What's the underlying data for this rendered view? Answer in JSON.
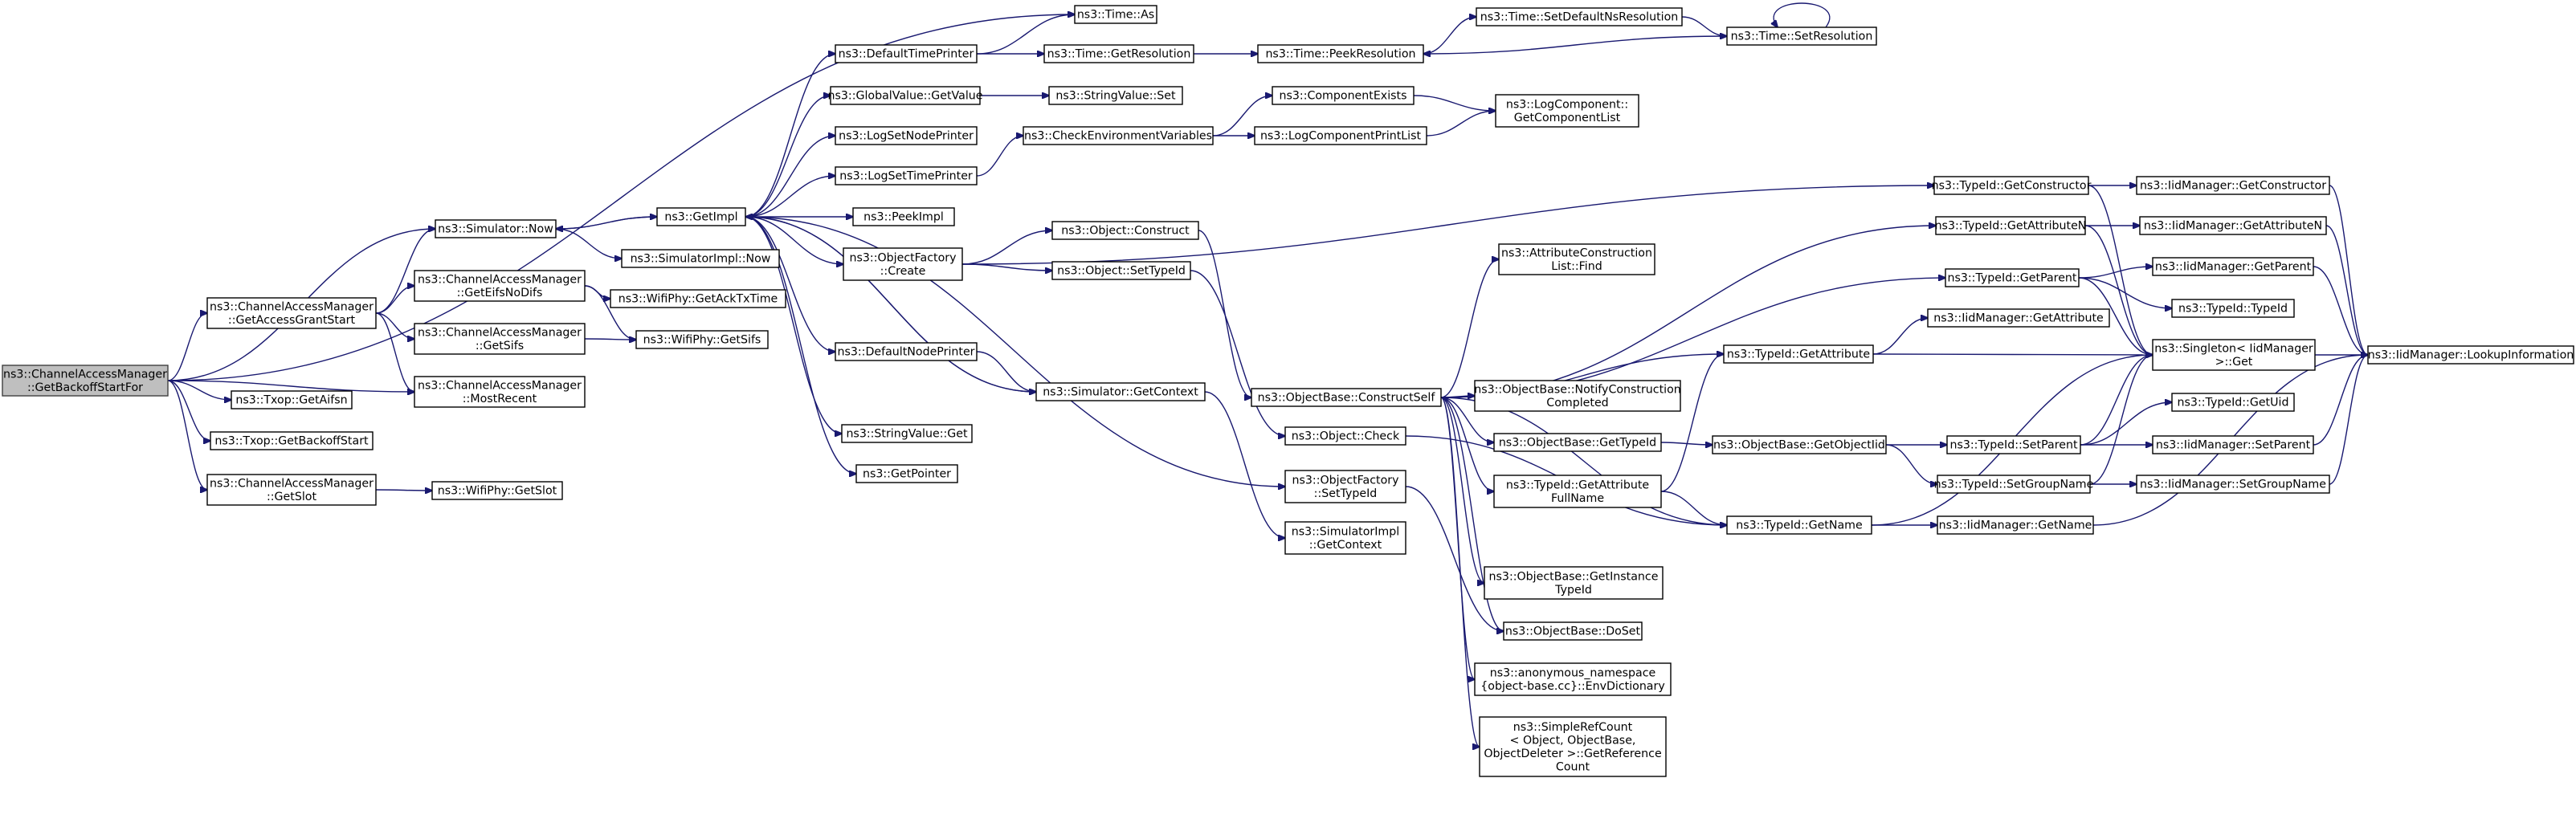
{
  "graph": {
    "edge_color": "#191970",
    "node_border_color": "#000000",
    "root_fill_color": "#bfbfbf",
    "nodes": [
      {
        "id": "root",
        "lines": [
          "ns3::ChannelAccessManager",
          "::GetBackoffStartFor"
        ],
        "root": true
      },
      {
        "id": "time_as",
        "lines": [
          "ns3::Time::As"
        ]
      },
      {
        "id": "dtp",
        "lines": [
          "ns3::DefaultTimePrinter"
        ]
      },
      {
        "id": "time_getres",
        "lines": [
          "ns3::Time::GetResolution"
        ]
      },
      {
        "id": "peekres",
        "lines": [
          "ns3::Time::PeekResolution"
        ]
      },
      {
        "id": "setdefns",
        "lines": [
          "ns3::Time::SetDefaultNsResolution"
        ]
      },
      {
        "id": "setres",
        "lines": [
          "ns3::Time::SetResolution"
        ]
      },
      {
        "id": "gv_getvalue",
        "lines": [
          "ns3::GlobalValue::GetValue"
        ]
      },
      {
        "id": "sv_set",
        "lines": [
          "ns3::StringValue::Set"
        ]
      },
      {
        "id": "lsnp",
        "lines": [
          "ns3::LogSetNodePrinter"
        ]
      },
      {
        "id": "cev",
        "lines": [
          "ns3::CheckEnvironmentVariables"
        ]
      },
      {
        "id": "compexists",
        "lines": [
          "ns3::ComponentExists"
        ]
      },
      {
        "id": "lcgcl",
        "lines": [
          "ns3::LogComponent::",
          "GetComponentList"
        ]
      },
      {
        "id": "lstp",
        "lines": [
          "ns3::LogSetTimePrinter"
        ]
      },
      {
        "id": "lcpl",
        "lines": [
          "ns3::LogComponentPrintList"
        ]
      },
      {
        "id": "sim_now",
        "lines": [
          "ns3::Simulator::Now"
        ]
      },
      {
        "id": "getimpl",
        "lines": [
          "ns3::GetImpl"
        ]
      },
      {
        "id": "peekimpl",
        "lines": [
          "ns3::PeekImpl"
        ]
      },
      {
        "id": "simimpl_now",
        "lines": [
          "ns3::SimulatorImpl::Now"
        ]
      },
      {
        "id": "of_create",
        "lines": [
          "ns3::ObjectFactory",
          "::Create"
        ]
      },
      {
        "id": "obj_construct",
        "lines": [
          "ns3::Object::Construct"
        ]
      },
      {
        "id": "obj_settypeid",
        "lines": [
          "ns3::Object::SetTypeId"
        ]
      },
      {
        "id": "cam_gags",
        "lines": [
          "ns3::ChannelAccessManager",
          "::GetAccessGrantStart"
        ]
      },
      {
        "id": "cam_geifs",
        "lines": [
          "ns3::ChannelAccessManager",
          "::GetEifsNoDifs"
        ]
      },
      {
        "id": "wp_getacktx",
        "lines": [
          "ns3::WifiPhy::GetAckTxTime"
        ]
      },
      {
        "id": "cam_getsifs",
        "lines": [
          "ns3::ChannelAccessManager",
          "::GetSifs"
        ]
      },
      {
        "id": "wp_getsifs",
        "lines": [
          "ns3::WifiPhy::GetSifs"
        ]
      },
      {
        "id": "cam_mostrecent",
        "lines": [
          "ns3::ChannelAccessManager",
          "::MostRecent"
        ]
      },
      {
        "id": "dnp",
        "lines": [
          "ns3::DefaultNodePrinter"
        ]
      },
      {
        "id": "sim_getctx",
        "lines": [
          "ns3::Simulator::GetContext"
        ]
      },
      {
        "id": "txop_aifsn",
        "lines": [
          "ns3::Txop::GetAifsn"
        ]
      },
      {
        "id": "txop_gbs",
        "lines": [
          "ns3::Txop::GetBackoffStart"
        ]
      },
      {
        "id": "sv_get",
        "lines": [
          "ns3::StringValue::Get"
        ]
      },
      {
        "id": "getpointer",
        "lines": [
          "ns3::GetPointer"
        ]
      },
      {
        "id": "cam_getslot",
        "lines": [
          "ns3::ChannelAccessManager",
          "::GetSlot"
        ]
      },
      {
        "id": "wp_getslot",
        "lines": [
          "ns3::WifiPhy::GetSlot"
        ]
      },
      {
        "id": "of_settypeid",
        "lines": [
          "ns3::ObjectFactory",
          "::SetTypeId"
        ]
      },
      {
        "id": "simimpl_getctx",
        "lines": [
          "ns3::SimulatorImpl",
          "::GetContext"
        ]
      },
      {
        "id": "obj_check",
        "lines": [
          "ns3::Object::Check"
        ]
      },
      {
        "id": "ob_constructself",
        "lines": [
          "ns3::ObjectBase::ConstructSelf"
        ]
      },
      {
        "id": "aclf",
        "lines": [
          "ns3::AttributeConstruction",
          "List::Find"
        ]
      },
      {
        "id": "ob_ncc",
        "lines": [
          "ns3::ObjectBase::NotifyConstruction",
          "Completed"
        ]
      },
      {
        "id": "ob_gettypeid",
        "lines": [
          "ns3::ObjectBase::GetTypeId"
        ]
      },
      {
        "id": "tid_gafn",
        "lines": [
          "ns3::TypeId::GetAttribute",
          "FullName"
        ]
      },
      {
        "id": "ob_git",
        "lines": [
          "ns3::ObjectBase::GetInstance",
          "TypeId"
        ]
      },
      {
        "id": "ob_doset",
        "lines": [
          "ns3::ObjectBase::DoSet"
        ]
      },
      {
        "id": "anon_envdict",
        "lines": [
          "ns3::anonymous_namespace",
          "{object-base.cc}::EnvDictionary"
        ]
      },
      {
        "id": "srccount",
        "lines": [
          "ns3::SimpleRefCount",
          "< Object, ObjectBase,",
          "ObjectDeleter >::GetReference",
          "Count"
        ]
      },
      {
        "id": "tid_getconstructor",
        "lines": [
          "ns3::TypeId::GetConstructor"
        ]
      },
      {
        "id": "tid_getattrn",
        "lines": [
          "ns3::TypeId::GetAttributeN"
        ]
      },
      {
        "id": "tid_getparent",
        "lines": [
          "ns3::TypeId::GetParent"
        ]
      },
      {
        "id": "tid_getattr",
        "lines": [
          "ns3::TypeId::GetAttribute"
        ]
      },
      {
        "id": "ob_getobjtid",
        "lines": [
          "ns3::ObjectBase::GetObjectIid"
        ]
      },
      {
        "id": "tid_getname",
        "lines": [
          "ns3::TypeId::GetName"
        ]
      },
      {
        "id": "tid_setparent",
        "lines": [
          "ns3::TypeId::SetParent"
        ]
      },
      {
        "id": "tid_setgroupname",
        "lines": [
          "ns3::TypeId::SetGroupName"
        ]
      },
      {
        "id": "iid_getconstructor",
        "lines": [
          "ns3::IidManager::GetConstructor"
        ]
      },
      {
        "id": "iid_getattrn",
        "lines": [
          "ns3::IidManager::GetAttributeN"
        ]
      },
      {
        "id": "iid_getparent",
        "lines": [
          "ns3::IidManager::GetParent"
        ]
      },
      {
        "id": "tid_typeid",
        "lines": [
          "ns3::TypeId::TypeId"
        ]
      },
      {
        "id": "iid_getattr",
        "lines": [
          "ns3::IidManager::GetAttribute"
        ]
      },
      {
        "id": "singleton_get",
        "lines": [
          "ns3::Singleton< IidManager",
          ">::Get"
        ]
      },
      {
        "id": "tid_getuid",
        "lines": [
          "ns3::TypeId::GetUid"
        ]
      },
      {
        "id": "iid_setparent",
        "lines": [
          "ns3::IidManager::SetParent"
        ]
      },
      {
        "id": "iid_setgroupname",
        "lines": [
          "ns3::IidManager::SetGroupName"
        ]
      },
      {
        "id": "iid_getname",
        "lines": [
          "ns3::IidManager::GetName"
        ]
      },
      {
        "id": "iid_lookup",
        "lines": [
          "ns3::IidManager::LookupInformation"
        ]
      }
    ],
    "edges": [
      [
        "root",
        "time_as"
      ],
      [
        "root",
        "sim_now"
      ],
      [
        "root",
        "cam_gags"
      ],
      [
        "root",
        "txop_aifsn"
      ],
      [
        "root",
        "cam_mostrecent"
      ],
      [
        "root",
        "txop_gbs"
      ],
      [
        "root",
        "cam_getslot"
      ],
      [
        "cam_gags",
        "sim_now"
      ],
      [
        "cam_gags",
        "cam_geifs"
      ],
      [
        "cam_gags",
        "cam_getsifs"
      ],
      [
        "cam_gags",
        "cam_mostrecent"
      ],
      [
        "cam_geifs",
        "wp_getacktx"
      ],
      [
        "cam_geifs",
        "wp_getsifs"
      ],
      [
        "cam_getsifs",
        "wp_getsifs"
      ],
      [
        "cam_getslot",
        "wp_getslot"
      ],
      [
        "sim_now",
        "getimpl"
      ],
      [
        "sim_now",
        "simimpl_now"
      ],
      [
        "getimpl",
        "sim_now"
      ],
      [
        "getimpl",
        "dtp"
      ],
      [
        "getimpl",
        "gv_getvalue"
      ],
      [
        "getimpl",
        "lsnp"
      ],
      [
        "getimpl",
        "lstp"
      ],
      [
        "getimpl",
        "peekimpl"
      ],
      [
        "getimpl",
        "of_create"
      ],
      [
        "getimpl",
        "dnp"
      ],
      [
        "getimpl",
        "sim_getctx"
      ],
      [
        "getimpl",
        "sv_get"
      ],
      [
        "getimpl",
        "getpointer"
      ],
      [
        "getimpl",
        "of_settypeid"
      ],
      [
        "dtp",
        "time_as"
      ],
      [
        "dtp",
        "time_getres"
      ],
      [
        "time_getres",
        "peekres"
      ],
      [
        "peekres",
        "setdefns"
      ],
      [
        "setdefns",
        "setres"
      ],
      [
        "setres",
        "setres"
      ],
      [
        "setres",
        "peekres"
      ],
      [
        "gv_getvalue",
        "sv_set"
      ],
      [
        "lstp",
        "cev"
      ],
      [
        "cev",
        "compexists"
      ],
      [
        "cev",
        "lcpl"
      ],
      [
        "compexists",
        "lcgcl"
      ],
      [
        "lcpl",
        "lcgcl"
      ],
      [
        "of_create",
        "tid_getconstructor"
      ],
      [
        "of_create",
        "obj_construct"
      ],
      [
        "of_create",
        "obj_settypeid"
      ],
      [
        "obj_construct",
        "ob_constructself"
      ],
      [
        "obj_settypeid",
        "obj_check"
      ],
      [
        "dnp",
        "sim_getctx"
      ],
      [
        "sim_getctx",
        "getimpl"
      ],
      [
        "sim_getctx",
        "simimpl_getctx"
      ],
      [
        "of_settypeid",
        "ob_doset"
      ],
      [
        "ob_constructself",
        "tid_getattrn"
      ],
      [
        "ob_constructself",
        "aclf"
      ],
      [
        "ob_constructself",
        "tid_getparent"
      ],
      [
        "ob_constructself",
        "tid_getattr"
      ],
      [
        "ob_constructself",
        "ob_ncc"
      ],
      [
        "ob_constructself",
        "ob_gettypeid"
      ],
      [
        "ob_constructself",
        "tid_gafn"
      ],
      [
        "ob_constructself",
        "tid_getname"
      ],
      [
        "ob_constructself",
        "ob_git"
      ],
      [
        "ob_constructself",
        "ob_doset"
      ],
      [
        "ob_constructself",
        "anon_envdict"
      ],
      [
        "ob_constructself",
        "srccount"
      ],
      [
        "obj_check",
        "tid_getname"
      ],
      [
        "ob_gettypeid",
        "ob_getobjtid"
      ],
      [
        "ob_getobjtid",
        "tid_setparent"
      ],
      [
        "ob_getobjtid",
        "tid_setgroupname"
      ],
      [
        "tid_gafn",
        "tid_getattr"
      ],
      [
        "tid_gafn",
        "tid_getname"
      ],
      [
        "tid_getconstructor",
        "iid_getconstructor"
      ],
      [
        "tid_getconstructor",
        "singleton_get"
      ],
      [
        "tid_getattrn",
        "iid_getattrn"
      ],
      [
        "tid_getattrn",
        "singleton_get"
      ],
      [
        "tid_getparent",
        "iid_getparent"
      ],
      [
        "tid_getparent",
        "tid_typeid"
      ],
      [
        "tid_getparent",
        "singleton_get"
      ],
      [
        "tid_getattr",
        "iid_getattr"
      ],
      [
        "tid_getattr",
        "singleton_get"
      ],
      [
        "tid_setparent",
        "tid_getuid"
      ],
      [
        "tid_setparent",
        "iid_setparent"
      ],
      [
        "tid_setparent",
        "singleton_get"
      ],
      [
        "tid_setgroupname",
        "iid_setgroupname"
      ],
      [
        "tid_setgroupname",
        "singleton_get"
      ],
      [
        "tid_getname",
        "iid_getname"
      ],
      [
        "tid_getname",
        "singleton_get"
      ],
      [
        "iid_getconstructor",
        "iid_lookup"
      ],
      [
        "iid_getattrn",
        "iid_lookup"
      ],
      [
        "iid_getparent",
        "iid_lookup"
      ],
      [
        "iid_setparent",
        "iid_lookup"
      ],
      [
        "iid_setgroupname",
        "iid_lookup"
      ],
      [
        "iid_getname",
        "iid_lookup"
      ],
      [
        "singleton_get",
        "iid_lookup"
      ]
    ]
  }
}
